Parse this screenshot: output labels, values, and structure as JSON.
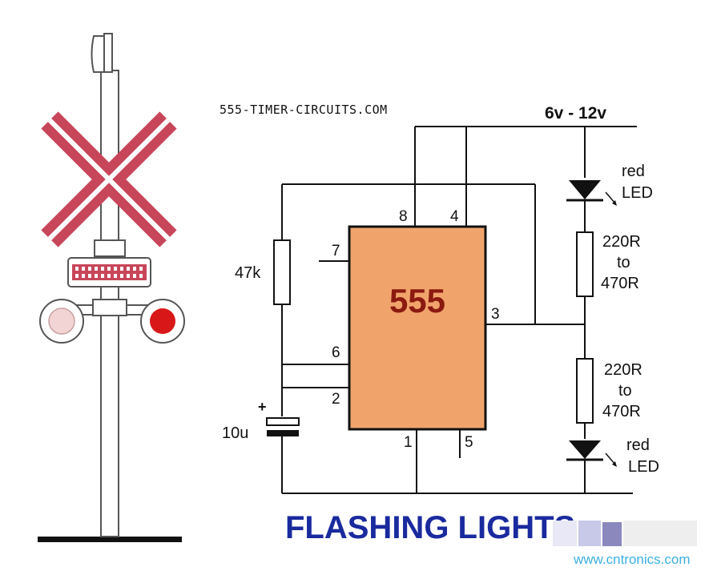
{
  "header": {
    "site": "555-TIMER-CIRCUITS.COM",
    "supply": "6v - 12v"
  },
  "chip": {
    "label": "555",
    "pins": {
      "p8": "8",
      "p4": "4",
      "p7": "7",
      "p6": "6",
      "p2": "2",
      "p3": "3",
      "p1": "1",
      "p5": "5"
    }
  },
  "components": {
    "r_timing": "47k",
    "cap": "10u",
    "cap_polarity": "+",
    "led_top": {
      "line1": "red",
      "line2": "LED"
    },
    "res_top": {
      "line1": "220R",
      "line2": "to",
      "line3": "470R"
    },
    "res_bottom": {
      "line1": "220R",
      "line2": "to",
      "line3": "470R"
    },
    "led_bottom": {
      "line1": "red",
      "line2": "LED"
    }
  },
  "footer": {
    "title": "FLASHING LIGHTS",
    "watermark": "www.cntronics.com"
  },
  "colors": {
    "chip_fill": "#f0a46c",
    "chip_text": "#8b1a10",
    "crossbuck": "#c8465a",
    "lamp_on": "#d81818",
    "lamp_off": "#f2d4d4",
    "title": "#1a2a9e",
    "watermark": "#3bb0e0"
  }
}
